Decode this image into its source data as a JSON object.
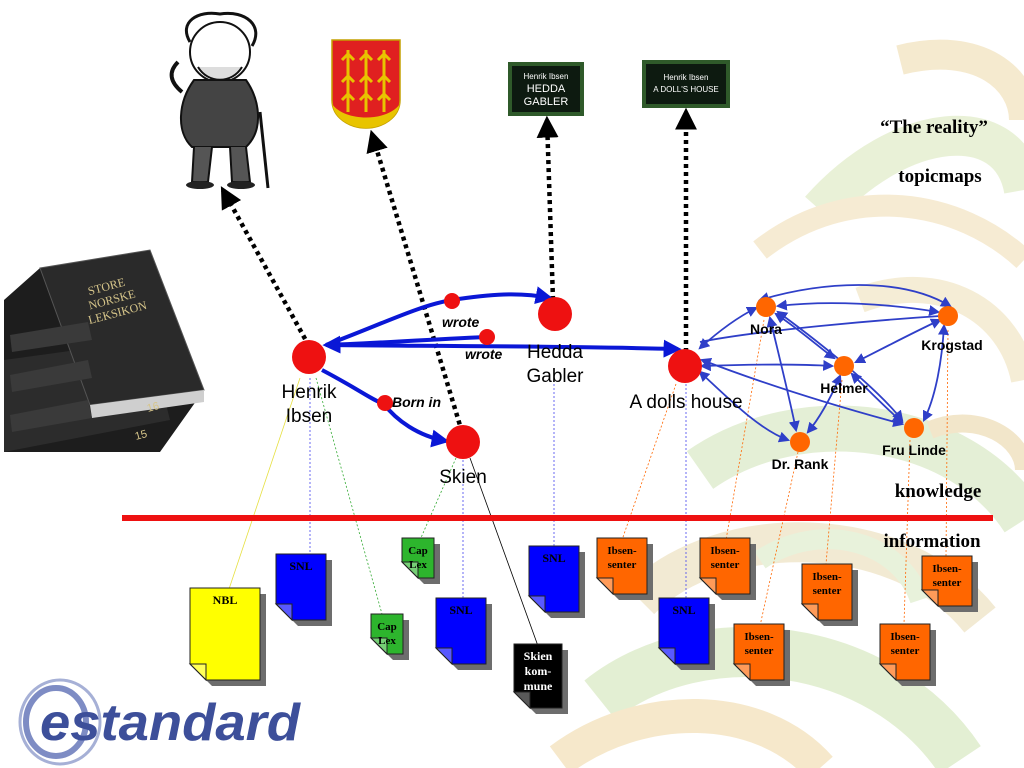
{
  "side_text": {
    "reality": "“The reality”",
    "topicmaps": "topicmaps",
    "knowledge": "knowledge",
    "information": "information"
  },
  "logo": {
    "text": "estandard"
  },
  "covers": {
    "hedda": [
      "Henrik Ibsen",
      "HEDDA",
      "GABLER"
    ],
    "dolls": [
      "Henrik Ibsen",
      "A DOLL'S HOUSE"
    ]
  },
  "book_spine": [
    "STORE",
    "NORSKE",
    "LEKSIKON"
  ],
  "book_volumes": [
    "16",
    "15"
  ],
  "topics": {
    "ibsen": [
      "Henrik",
      "Ibsen"
    ],
    "hedda": [
      "Hedda",
      "Gabler"
    ],
    "skien": "Skien",
    "dolls": "A dolls house",
    "nora": "Nora",
    "helmer": "Helmer",
    "krogstad": "Krogstad",
    "rank": "Dr. Rank",
    "linde": "Fru Linde"
  },
  "associations": {
    "wrote_1": "wrote",
    "wrote_2": "wrote",
    "born_in": "Born in"
  },
  "documents": {
    "nbl": "NBL",
    "snl_1": "SNL",
    "snl_2": "SNL",
    "snl_3": "SNL",
    "snl_4": "SNL",
    "caplex_1": [
      "Cap",
      "Lex"
    ],
    "caplex_2": [
      "Cap",
      "Lex"
    ],
    "skien_kommune": [
      "Skien",
      "kom-",
      "mune"
    ],
    "ibsen_1": [
      "Ibsen-",
      "senter"
    ],
    "ibsen_2": [
      "Ibsen-",
      "senter"
    ],
    "ibsen_3": [
      "Ibsen-",
      "senter"
    ],
    "ibsen_4": [
      "Ibsen-",
      "senter"
    ],
    "ibsen_5": [
      "Ibsen-",
      "senter"
    ],
    "ibsen_6": [
      "Ibsen-",
      "senter"
    ]
  },
  "colors": {
    "topic_red": "#ee1111",
    "character_orange": "#ff6600",
    "association_blue": "#0a17d6",
    "divider_red": "#ee1111",
    "snl_blue": "#0000ff",
    "caplex_green": "#2db52d",
    "nbl_yellow": "#ffff00",
    "ibsen_orange": "#ff6600",
    "skien_black": "#000000",
    "logo_blue": "#3d4f9a"
  }
}
